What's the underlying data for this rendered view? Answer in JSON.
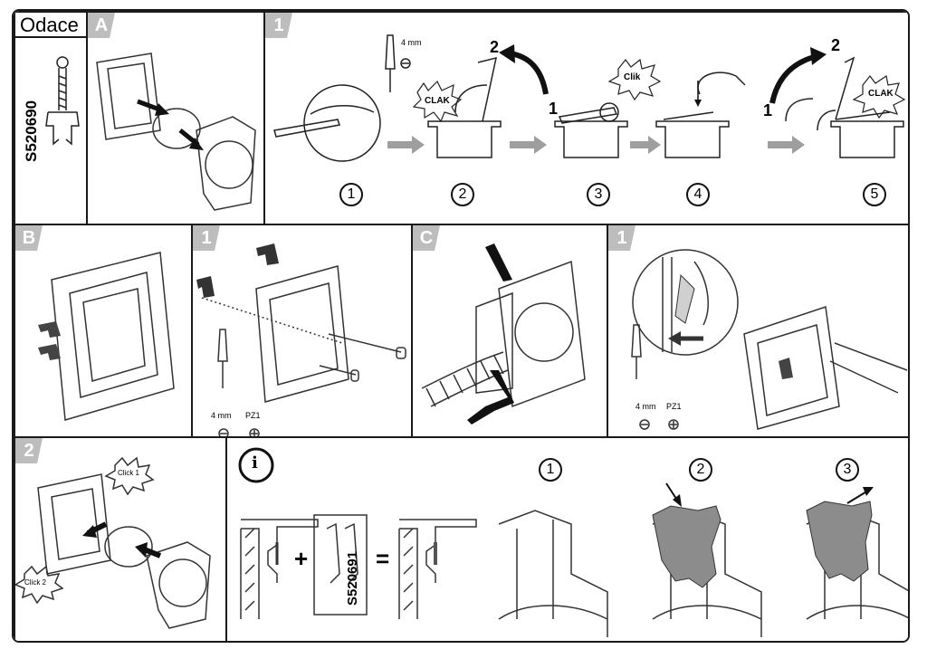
{
  "brand": "Odace",
  "reference_main": "S520690",
  "reference_claw": "S520691",
  "sections": {
    "A": "A",
    "B": "B",
    "C": "C"
  },
  "step_tags": {
    "one": "1",
    "two": "2"
  },
  "tools": {
    "flat": "4 mm",
    "pozi": "PZ1"
  },
  "top_steps": [
    "1",
    "2",
    "3",
    "4",
    "5"
  ],
  "lever_marks": {
    "first": "1",
    "second": "2"
  },
  "sounds": {
    "claks": "CLAK",
    "clik": "Clik",
    "click1": "Click 1",
    "click2": "Click 2"
  },
  "info_steps": [
    "1",
    "2",
    "3"
  ],
  "info_icon": "i",
  "symbols": {
    "plus": "+",
    "equals": "="
  },
  "colors": {
    "grey_tag": "#bdbdbd",
    "arrow_grey": "#9e9e9e",
    "part_grey": "#8c8c8c"
  }
}
